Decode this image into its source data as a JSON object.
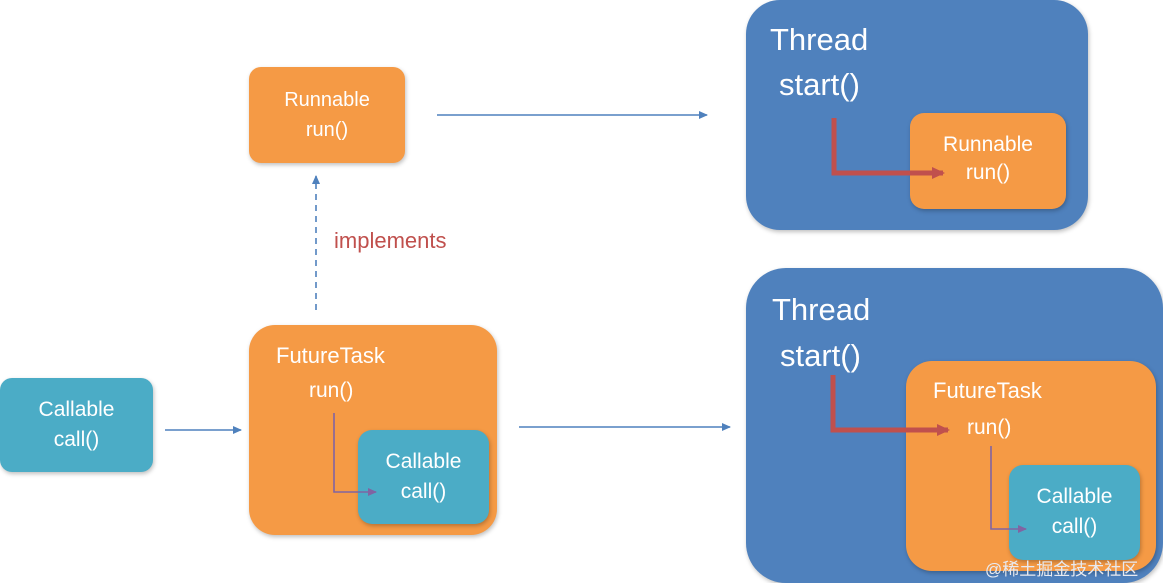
{
  "colors": {
    "orange": "#f59a45",
    "teal": "#4bacc6",
    "blue": "#4f81bd",
    "connector": "#4f81bd",
    "red_arrow": "#c0504d",
    "purple_arrow": "#8064a2",
    "implements_text": "#c0504d"
  },
  "runnable": {
    "name": "Runnable",
    "method": "run()"
  },
  "implements_label": "implements",
  "callable_left": {
    "name": "Callable",
    "method": "call()"
  },
  "futuretask": {
    "name": "FutureTask",
    "method": "run()",
    "inner": {
      "name": "Callable",
      "method": "call()"
    }
  },
  "thread_top": {
    "name": "Thread",
    "method": "start()",
    "inner": {
      "name": "Runnable",
      "method": "run()"
    }
  },
  "thread_bottom": {
    "name": "Thread",
    "method": "start()",
    "inner": {
      "name": "FutureTask",
      "method": "run()",
      "inner": {
        "name": "Callable",
        "method": "call()"
      }
    }
  },
  "watermark": "@稀土掘金技术社区"
}
